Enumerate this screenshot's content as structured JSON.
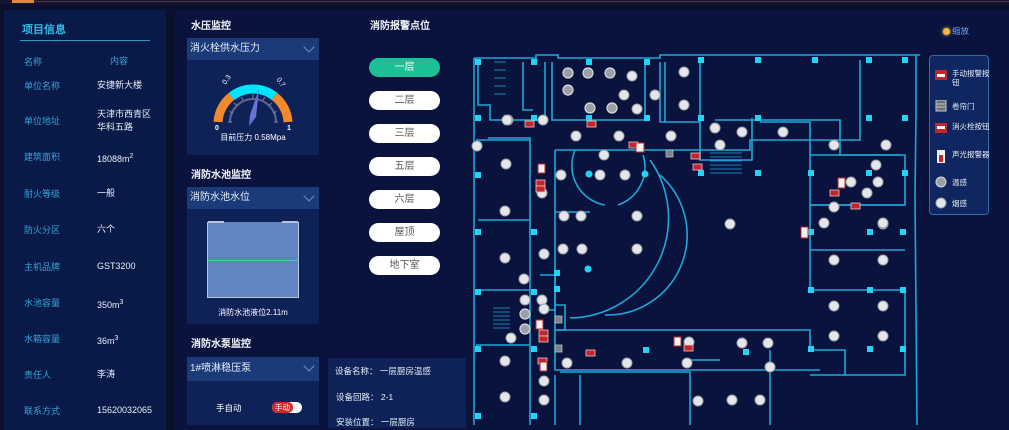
{
  "top_bar": {
    "accent_color": "#e0893a"
  },
  "project_info": {
    "title": "项目信息",
    "header": {
      "name_col": "名称",
      "value_col": "内容"
    },
    "rows": [
      {
        "key": "单位名称",
        "value": "安捷新大楼"
      },
      {
        "key": "单位地址",
        "value": "天津市西青区",
        "value2": "华科五路"
      },
      {
        "key": "建筑面积",
        "value": "18088m",
        "sup": "2"
      },
      {
        "key": "耐火等级",
        "value": "一般"
      },
      {
        "key": "防火分区",
        "value": "六个"
      },
      {
        "key": "主机品牌",
        "value": "GST3200"
      },
      {
        "key": "水池容量",
        "value": "350m",
        "sup": "3"
      },
      {
        "key": "水箱容量",
        "value": "36m",
        "sup": "3"
      },
      {
        "key": "责任人",
        "value": "李涛"
      },
      {
        "key": "联系方式",
        "value": "15620032065"
      }
    ]
  },
  "water_pressure": {
    "section_title": "水压监控",
    "dropdown_value": "消火栓供水压力",
    "gauge": {
      "min": "0",
      "max": "1",
      "low_threshold": "0.3",
      "high_threshold": "0.7",
      "value": 0.58,
      "caption": "目前压力 0.58Mpa",
      "colors": {
        "normal": "#00e5ff",
        "warning": "#f0892c",
        "needle": "#6b72d6"
      }
    }
  },
  "fire_pool": {
    "section_title": "消防水池监控",
    "dropdown_value": "消防水池水位",
    "caption": "消防水池液位2.11m"
  },
  "fire_pump": {
    "section_title": "消防水泵监控",
    "dropdown_value": "1#喷淋稳压泵",
    "mode_label": "手自动",
    "mode_value": "手动"
  },
  "alarm_points": {
    "section_title": "消防报警点位",
    "floors": [
      {
        "label": "一层",
        "active": true
      },
      {
        "label": "二层",
        "active": false
      },
      {
        "label": "三层",
        "active": false
      },
      {
        "label": "五层",
        "active": false
      },
      {
        "label": "六层",
        "active": false
      },
      {
        "label": "屋顶",
        "active": false
      },
      {
        "label": "地下室",
        "active": false
      }
    ]
  },
  "device_info": {
    "name_label": "设备名称：",
    "name_value": "一层厨房温感",
    "loop_label": "设备回路：",
    "loop_value": "2-1",
    "location_label": "安装位置：",
    "location_value": "一层厨房"
  },
  "map": {
    "zoom_label": "缩放",
    "legend": [
      {
        "icon": "manual-alarm-button-icon",
        "label": "手动报警按钮"
      },
      {
        "icon": "rolling-shutter-icon",
        "label": "卷帘门"
      },
      {
        "icon": "hydrant-button-icon",
        "label": "消火栓按钮"
      },
      {
        "icon": "sound-light-alarm-icon",
        "label": "声光报警器"
      },
      {
        "icon": "heat-detector-icon",
        "label": "温感"
      },
      {
        "icon": "smoke-detector-icon",
        "label": "烟感"
      }
    ]
  }
}
